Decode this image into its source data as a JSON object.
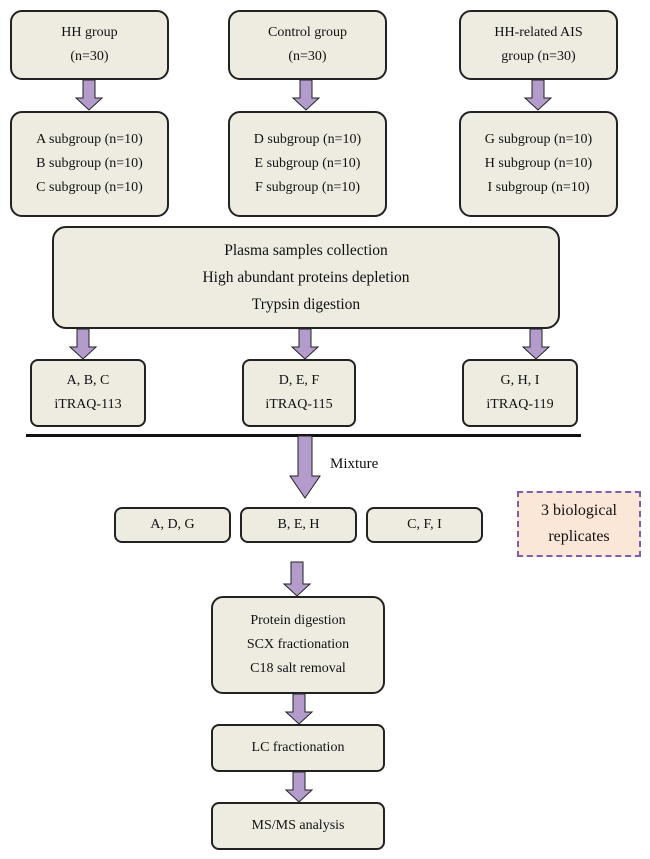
{
  "groups": [
    {
      "title_line1": "HH group",
      "title_line2": "(n=30)",
      "subgroups": [
        "A subgroup (n=10)",
        "B subgroup (n=10)",
        "C subgroup (n=10)"
      ]
    },
    {
      "title_line1": "Control group",
      "title_line2": "(n=30)",
      "subgroups": [
        "D subgroup (n=10)",
        "E subgroup (n=10)",
        "F subgroup (n=10)"
      ]
    },
    {
      "title_line1": "HH-related AIS",
      "title_line2": "group (n=30)",
      "subgroups": [
        "G subgroup (n=10)",
        "H subgroup (n=10)",
        "I subgroup (n=10)"
      ]
    }
  ],
  "processing": [
    "Plasma samples collection",
    "High abundant proteins depletion",
    "Trypsin digestion"
  ],
  "labels": [
    {
      "samples": "A, B, C",
      "tag": "iTRAQ-113"
    },
    {
      "samples": "D, E, F",
      "tag": "iTRAQ-115"
    },
    {
      "samples": "G, H, I",
      "tag": "iTRAQ-119"
    }
  ],
  "mixture_label": "Mixture",
  "mixtures": [
    "A, D, G",
    "B, E, H",
    "C, F, I"
  ],
  "replicates": {
    "line1": "3 biological",
    "line2": "replicates"
  },
  "steps": {
    "fractionation": [
      "Protein digestion",
      "SCX fractionation",
      "C18 salt removal"
    ],
    "lc": "LC fractionation",
    "ms": "MS/MS analysis"
  },
  "colors": {
    "box_fill": "#eeebe0",
    "arrow_fill": "#b39ccb",
    "replicate_fill": "#fbe7d8",
    "replicate_border": "#7d5fa8"
  }
}
